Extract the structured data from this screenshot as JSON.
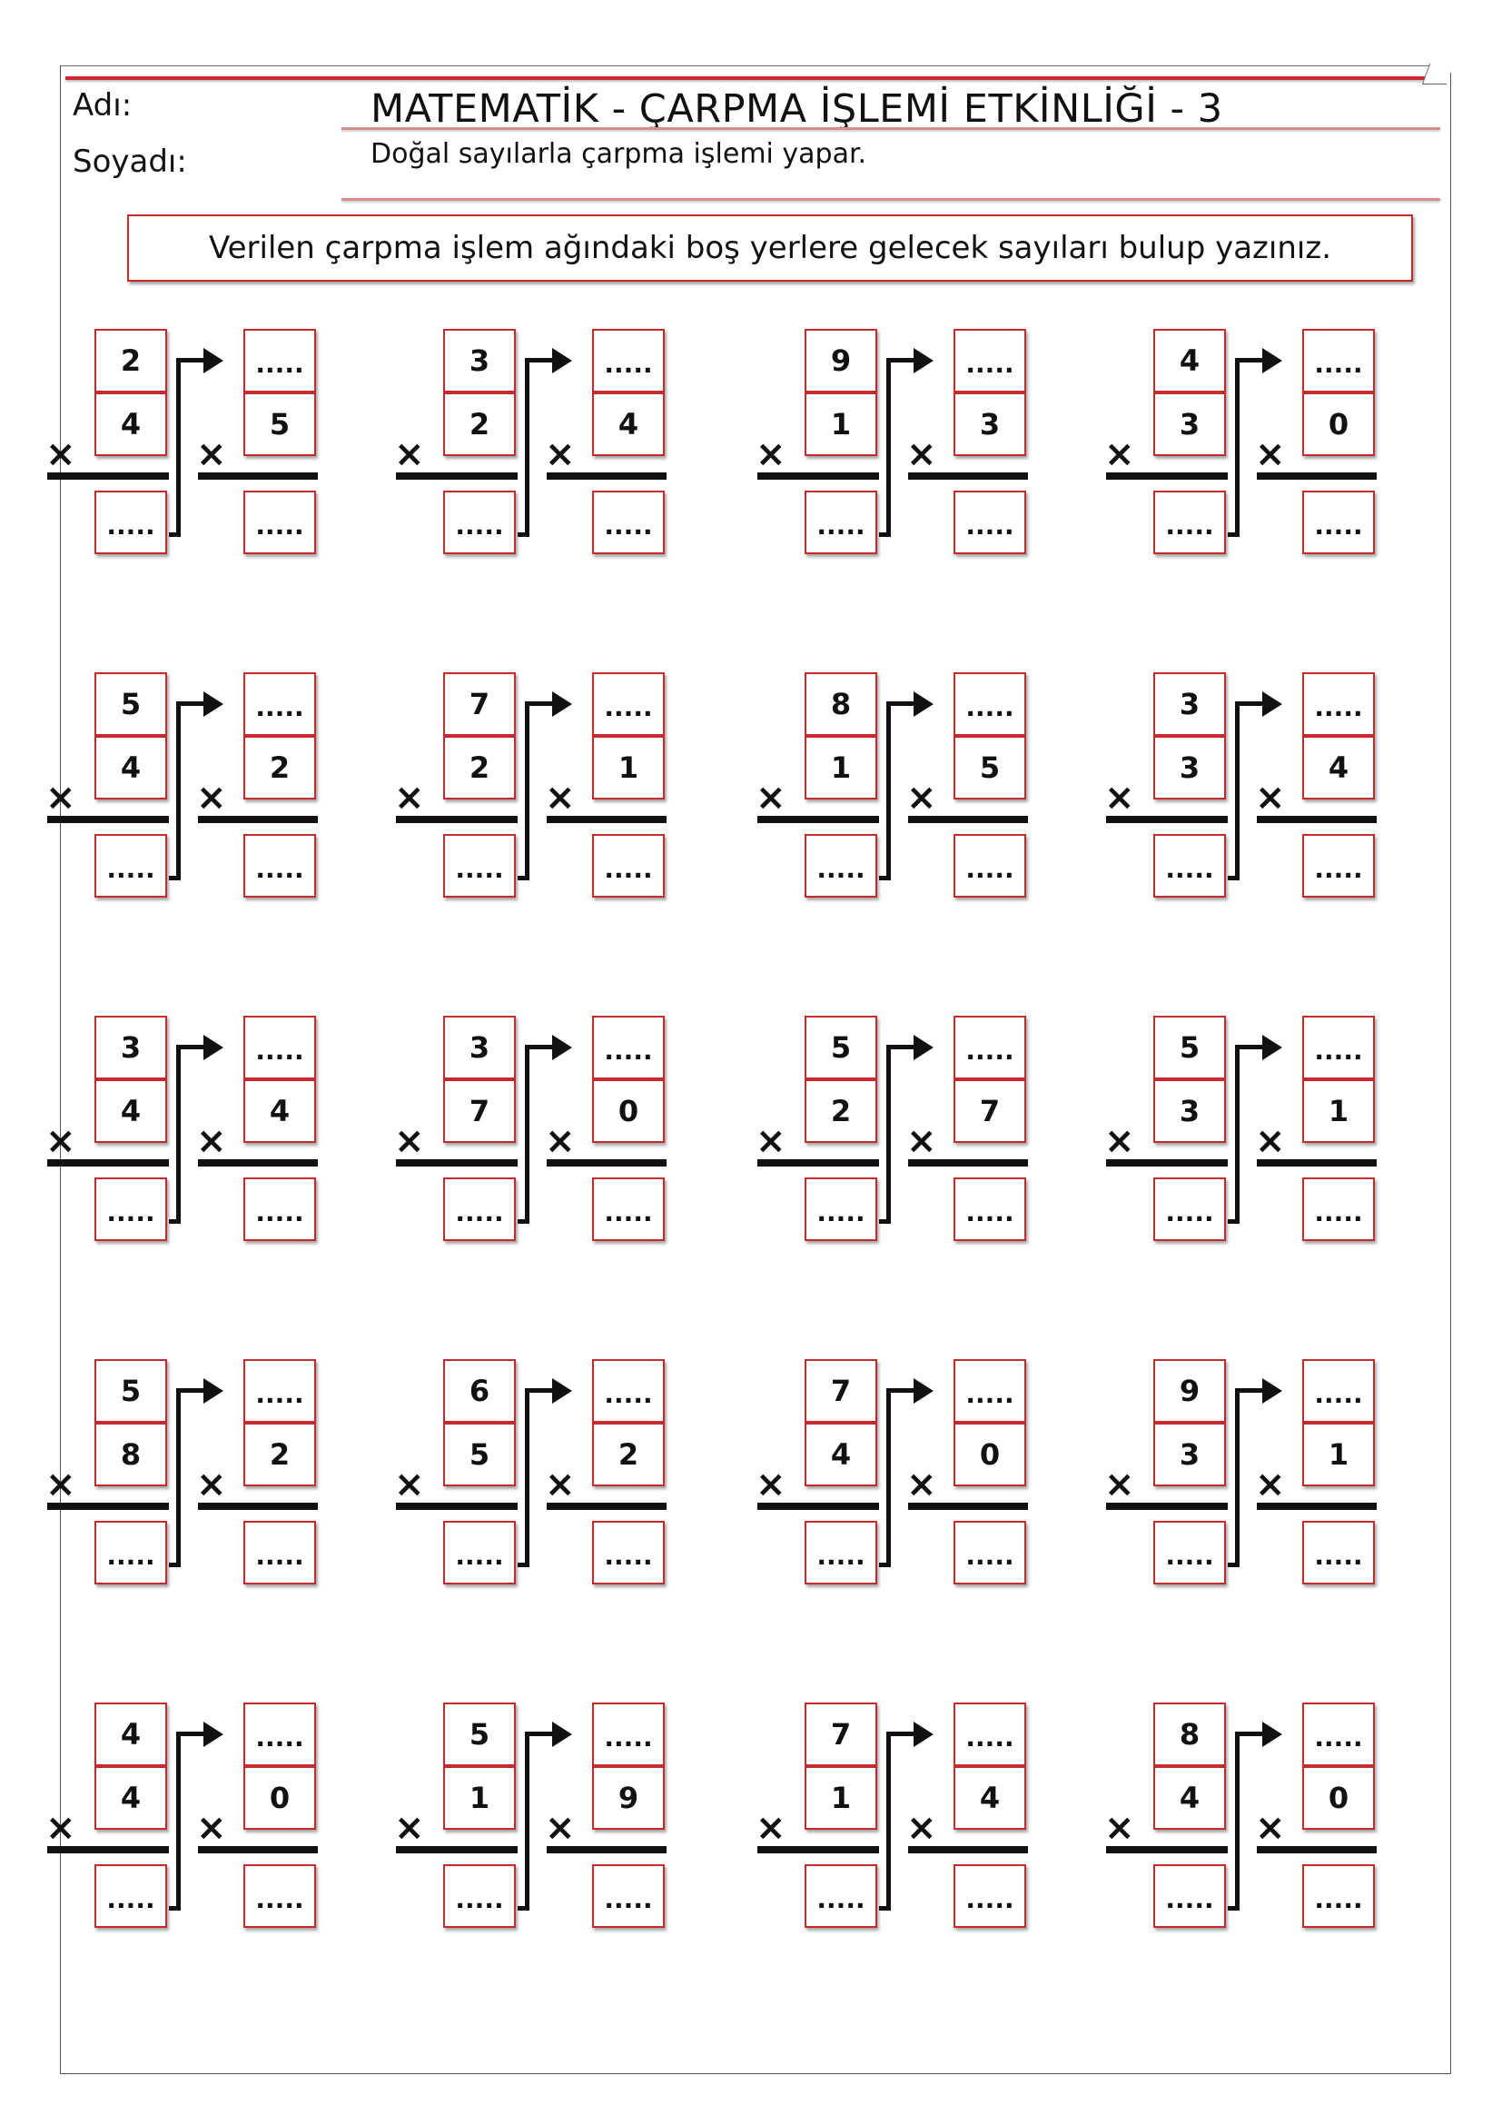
{
  "header": {
    "name_label": "Adı:",
    "surname_label": "Soyadı:",
    "title": "MATEMATİK - ÇARPMA İŞLEMİ ETKİNLİĞİ - 3",
    "subtitle": "Doğal sayılarla çarpma işlemi yapar."
  },
  "instruction": "Verilen çarpma işlem ağındaki boş yerlere gelecek sayıları bulup yazınız.",
  "symbols": {
    "times": "×",
    "blank": "....."
  },
  "problems": [
    [
      {
        "a": "2",
        "b": "4",
        "c": "5"
      },
      {
        "a": "3",
        "b": "2",
        "c": "4"
      },
      {
        "a": "9",
        "b": "1",
        "c": "3"
      },
      {
        "a": "4",
        "b": "3",
        "c": "0"
      }
    ],
    [
      {
        "a": "5",
        "b": "4",
        "c": "2"
      },
      {
        "a": "7",
        "b": "2",
        "c": "1"
      },
      {
        "a": "8",
        "b": "1",
        "c": "5"
      },
      {
        "a": "3",
        "b": "3",
        "c": "4"
      }
    ],
    [
      {
        "a": "3",
        "b": "4",
        "c": "4"
      },
      {
        "a": "3",
        "b": "7",
        "c": "0"
      },
      {
        "a": "5",
        "b": "2",
        "c": "7"
      },
      {
        "a": "5",
        "b": "3",
        "c": "1"
      }
    ],
    [
      {
        "a": "5",
        "b": "8",
        "c": "2"
      },
      {
        "a": "6",
        "b": "5",
        "c": "2"
      },
      {
        "a": "7",
        "b": "4",
        "c": "0"
      },
      {
        "a": "9",
        "b": "3",
        "c": "1"
      }
    ],
    [
      {
        "a": "4",
        "b": "4",
        "c": "0"
      },
      {
        "a": "5",
        "b": "1",
        "c": "9"
      },
      {
        "a": "7",
        "b": "1",
        "c": "4"
      },
      {
        "a": "8",
        "b": "4",
        "c": "0"
      }
    ]
  ]
}
